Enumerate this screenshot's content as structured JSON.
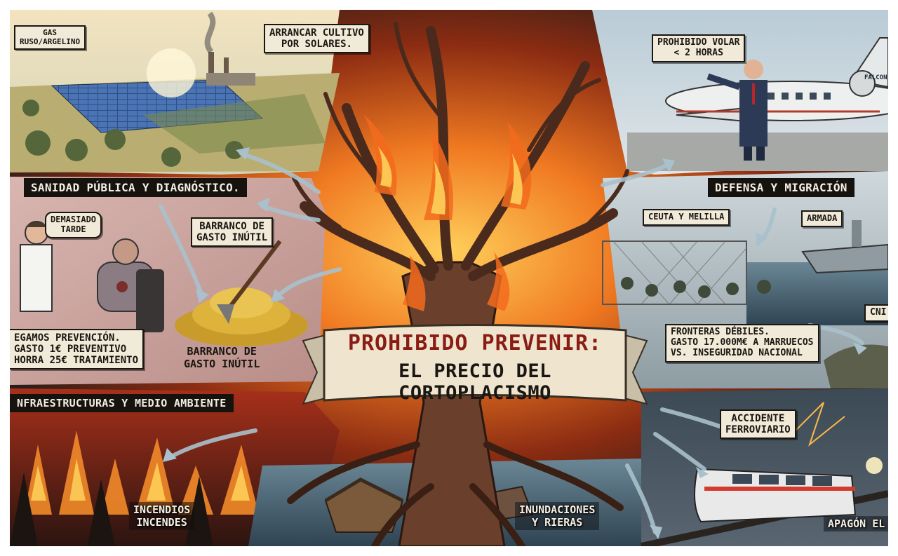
{
  "banner": {
    "line1": "PROHIBIDO PREVENIR:",
    "line2": "EL PRECIO DEL CORTOPLACISMO"
  },
  "energy": {
    "gas_label": "GAS\nRUSO/ARGELINO",
    "solar_label": "ARRANCAR CULTIVO\nPOR SOLARES."
  },
  "health": {
    "header": "SANIDAD PÚBLICA Y DIAGNÓSTICO.",
    "speech": "DEMASIADO\nTARDE",
    "shovel_sign": "BARRANCO DE\nGASTO INÚTIL",
    "prevention_text": "EGAMOS PREVENCIÓN.\nGASTO 1€ PREVENTIVO\nHORRA 25€ TRATAMIENTO",
    "coins_caption": "BARRANCO DE\nGASTO INÚTIL"
  },
  "flight": {
    "sign": "PROHIBIDO VOLAR\n< 2 HORAS",
    "plane_text": "FALCON"
  },
  "defense": {
    "header": "DEFENSA Y MIGRACIÓN",
    "ceuta": "CEUTA Y MELILLA",
    "armada": "ARMADA",
    "cni": "CNI",
    "borders_text": "FRONTERAS DÉBILES.\nGASTO 17.000M€ A MARRUECOS\nVS. INSEGURIDAD NACIONAL"
  },
  "infra": {
    "header": "NFRAESTRUCTURAS Y MEDIO AMBIENTE",
    "fires": "INCENDIOS\nINCENDES",
    "floods": "INUNDACIONES\nY RIERAS",
    "rail": "ACCIDENTE\nFERROVIARIO",
    "blackout": "APAGÓN EL"
  },
  "colors": {
    "fire": "#e8571c",
    "ember": "#f7b13a",
    "banner_red": "#8a1c14",
    "parchment": "#f1ead8",
    "ink": "#1a1612",
    "water": "#3d5566",
    "arrow": "#a9c1cc"
  }
}
